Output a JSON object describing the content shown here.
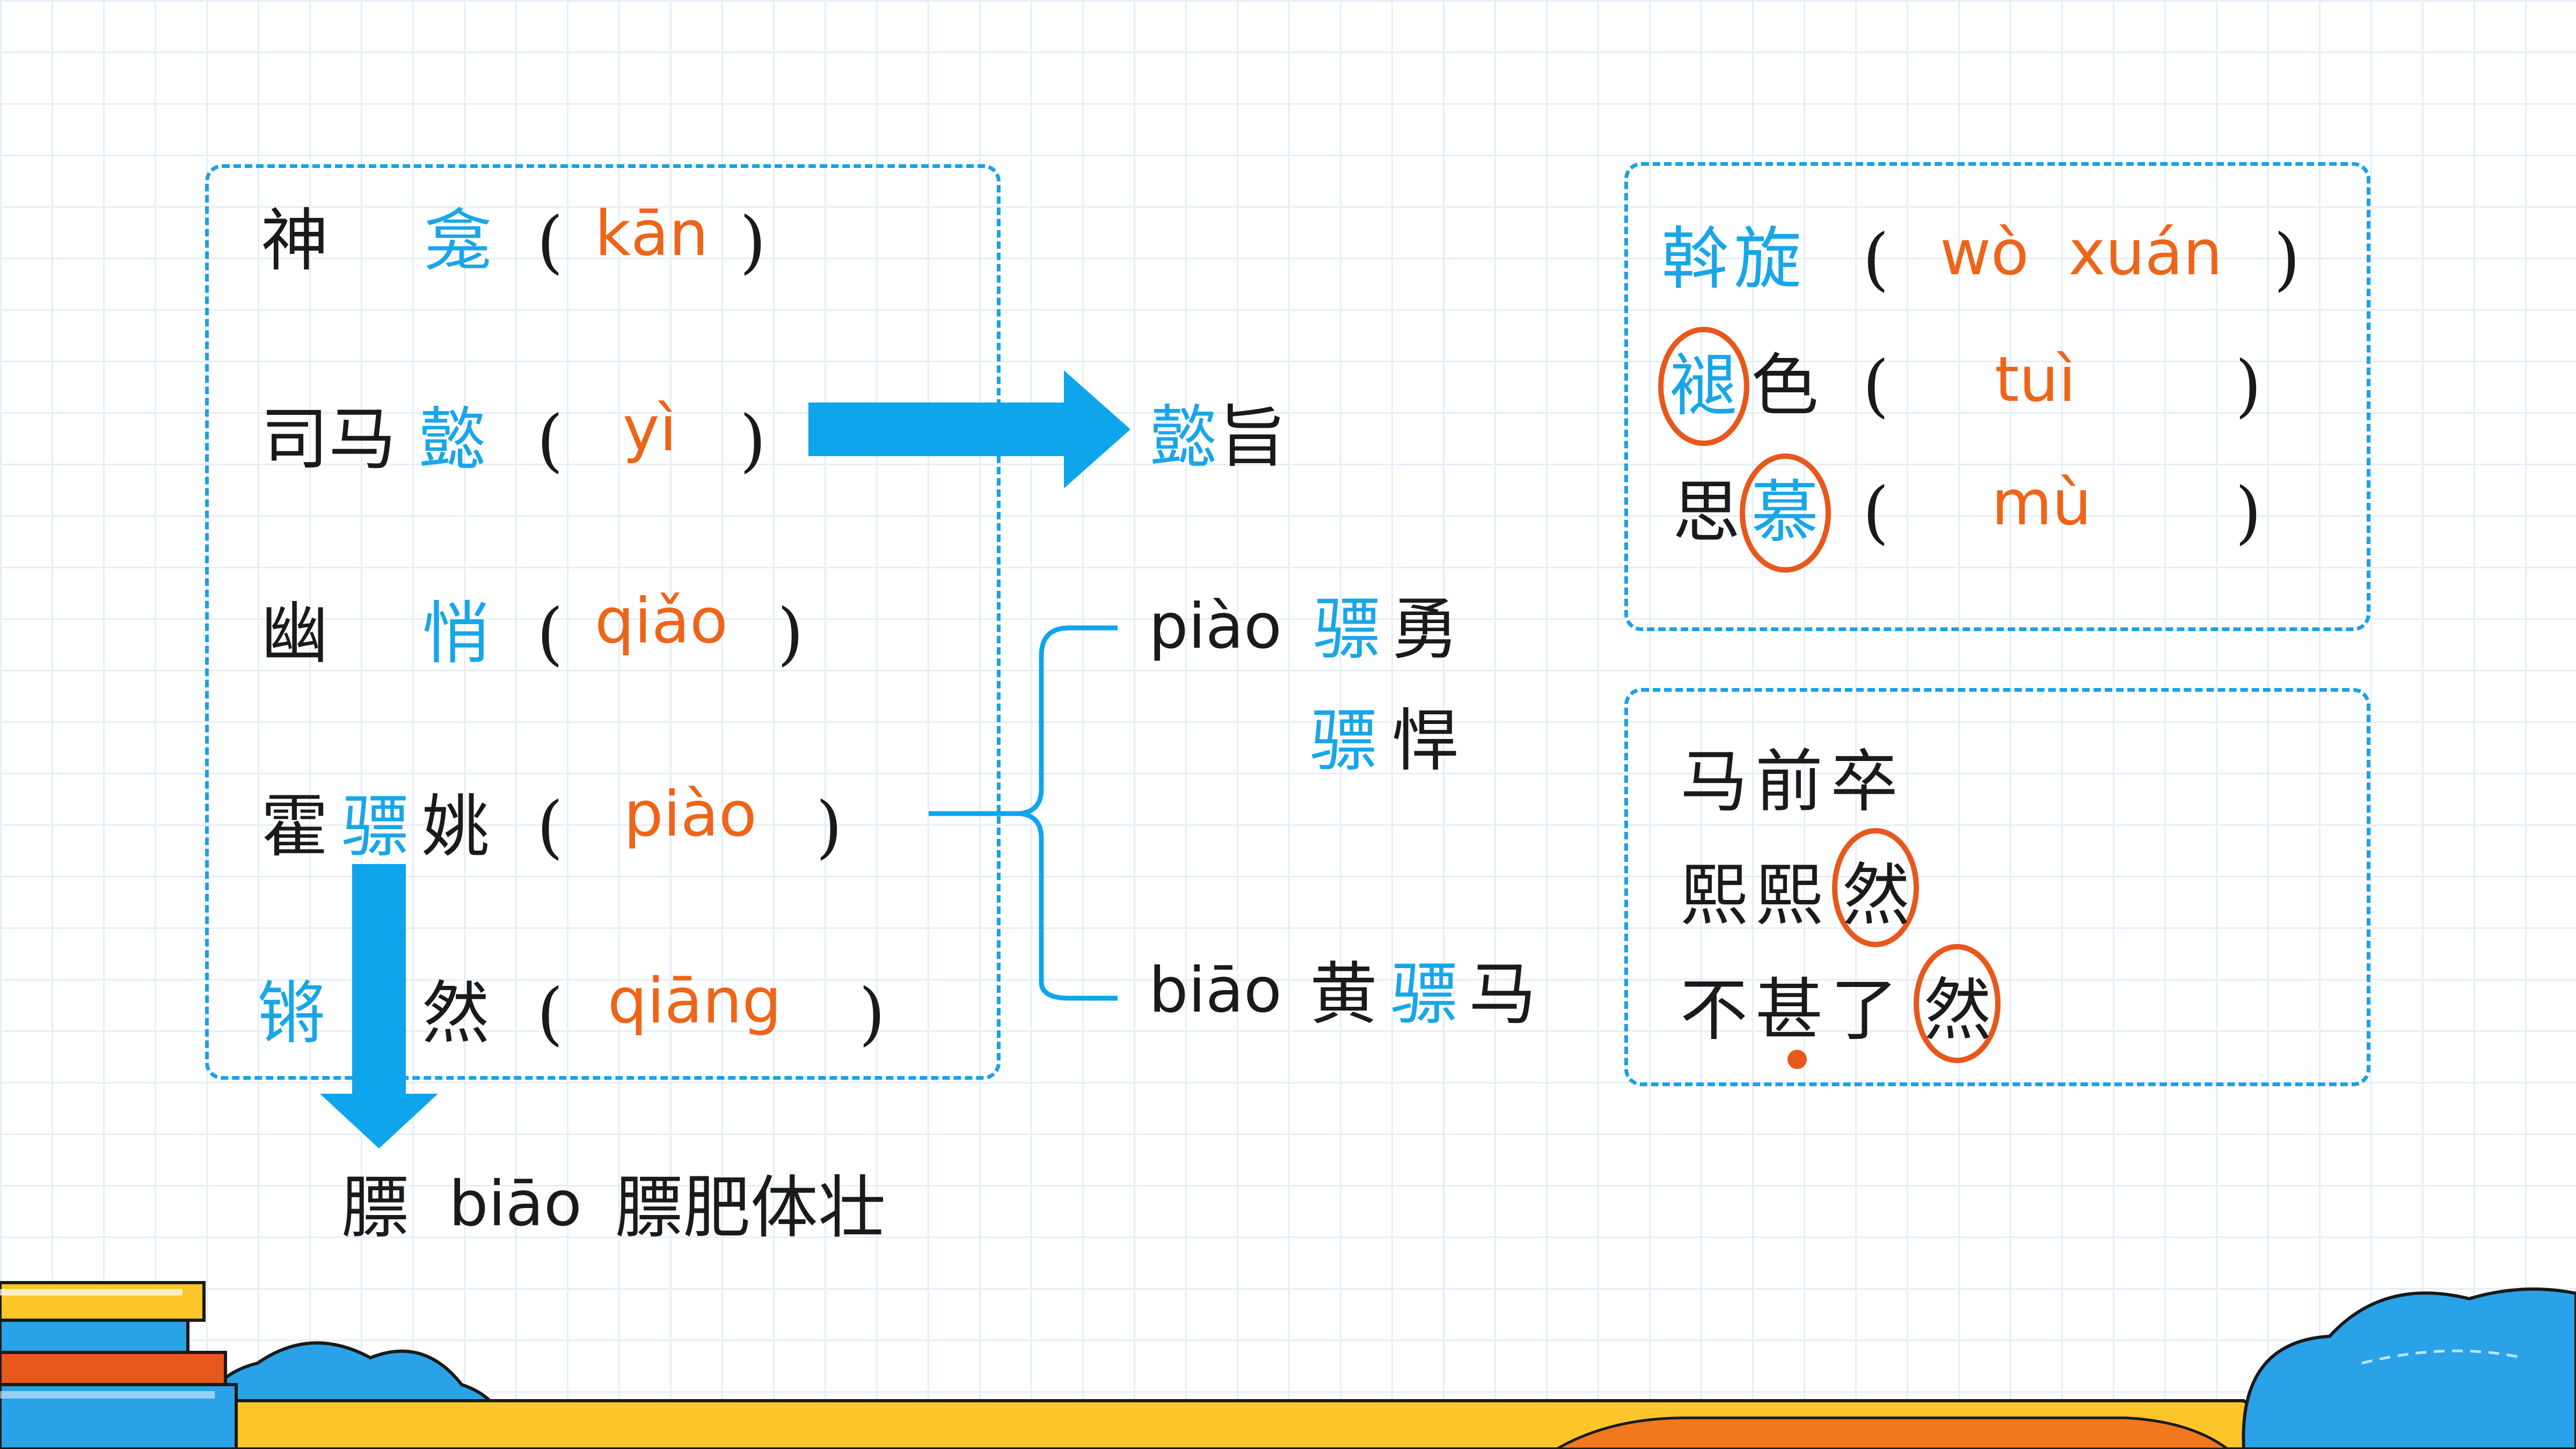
{
  "left_box": {
    "rows": [
      {
        "pre": "神",
        "hl": "龛",
        "post": "",
        "pinyin": "kān"
      },
      {
        "pre": "司马",
        "hl": "懿",
        "post": "",
        "pinyin": "yì"
      },
      {
        "pre": "幽",
        "hl": "悄",
        "post": "",
        "pinyin": "qiǎo"
      },
      {
        "pre": "霍",
        "hl": "骠",
        "post": "姚",
        "pinyin": "piào"
      },
      {
        "pre": "",
        "hl": "锵",
        "post": "然",
        "pinyin": "qiāng"
      }
    ],
    "paren_open": "(",
    "paren_close": ")"
  },
  "arrow_word": {
    "hl": "懿",
    "rest": "旨"
  },
  "down_word": {
    "char": "膘",
    "pinyin": "biāo",
    "phrase": "膘肥体壮"
  },
  "brace": {
    "top": {
      "pinyin": "piào",
      "hl": "骠",
      "rest": "勇"
    },
    "middle": {
      "hl": "骠",
      "rest": "悍"
    },
    "bottom": {
      "pinyin": "biāo",
      "pre": "黄",
      "hl": "骠",
      "rest": "马"
    }
  },
  "right_top_box": {
    "rows": [
      {
        "chars": "斡旋",
        "pinyin": "wò  xuán"
      },
      {
        "circled": "褪",
        "rest": "色",
        "pinyin": "tuì"
      },
      {
        "pre": "思",
        "circled": "慕",
        "pinyin": "mù"
      }
    ]
  },
  "right_bottom_box": {
    "lines": [
      {
        "text": "马前卒",
        "circled": ""
      },
      {
        "text": "熙熙",
        "circled": "然"
      },
      {
        "text": "不甚了",
        "circled": "然"
      }
    ]
  },
  "colors": {
    "accent_blue": "#19a6e8",
    "pinyin_orange": "#ee6418",
    "circle_orange": "#e8571b",
    "yellow": "#fcc62a",
    "cloud_blue": "#29a2e8"
  }
}
